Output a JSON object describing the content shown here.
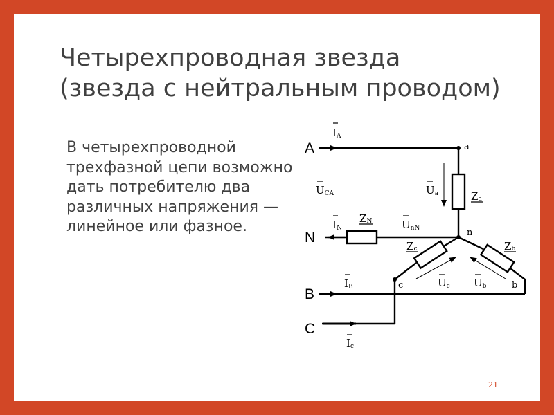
{
  "slide": {
    "title": "Четырехпроводная звезда (звезда с нейтральным проводом)",
    "body": "В четырехпроводной трехфазной цепи возможно дать потребителю два различных напряжения — линейное или фазное.",
    "page_number": "21"
  },
  "diagram": {
    "line_labels": {
      "A": "A",
      "N": "N",
      "B": "B",
      "C": "C"
    },
    "node_labels": {
      "a": "a",
      "n": "n",
      "b": "b",
      "c": "c"
    },
    "currents": {
      "IA": {
        "main": "I",
        "sub": "A"
      },
      "IN": {
        "main": "I",
        "sub": "N"
      },
      "IB": {
        "main": "I",
        "sub": "B"
      },
      "IC": {
        "main": "I",
        "sub": "c"
      }
    },
    "voltages": {
      "UCA": {
        "main": "U",
        "sub": "CA"
      },
      "UnN": {
        "main": "U",
        "sub": "nN"
      },
      "Ua": {
        "main": "U",
        "sub": "a"
      },
      "Uc": {
        "main": "U",
        "sub": "c"
      },
      "Ub": {
        "main": "U",
        "sub": "b"
      }
    },
    "impedances": {
      "Za": {
        "main": "Z",
        "sub": "a"
      },
      "ZN": {
        "main": "Z",
        "sub": "N"
      },
      "Zc": {
        "main": "Z",
        "sub": "c"
      },
      "Zb": {
        "main": "Z",
        "sub": "b"
      }
    }
  }
}
